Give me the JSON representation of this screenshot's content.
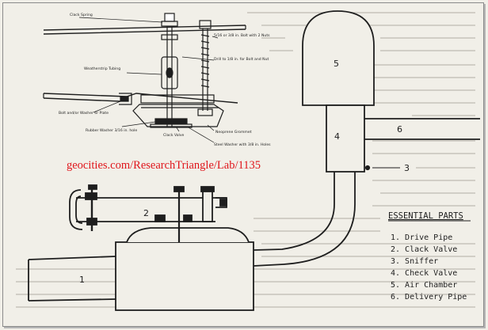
{
  "watermark": "geocities.com/ResearchTriangle/Lab/1135",
  "colors": {
    "paper": "#f1efe8",
    "ink": "#1e1e1e",
    "ghost": "#c7c4bb",
    "watermark": "#e0151b"
  },
  "callouts": {
    "clack_spring": "Clack Spring",
    "bolt_top": "5/16 or 3/8 in. Bolt with 2 Nuts",
    "drill_hole": "Drill to 1/8 in. for Bolt and Nut",
    "weatherstrip": "Weatherstrip Tubing",
    "bolt_low": "Bolt and/or Washer or Plate",
    "rubber_washer": "Rubber Washer 3/16 in. hole",
    "clack_valve": "Clack Valve",
    "neoprene": "Neoprene Grommet",
    "steel_washer": "Steel Washer with 3/8 in. Holes"
  },
  "part_numbers": [
    "1",
    "2",
    "3",
    "4",
    "5",
    "6"
  ],
  "legend": {
    "title": "ESSENTIAL PARTS",
    "items": [
      "1. Drive Pipe",
      "2. Clack Valve",
      "3. Sniffer",
      "4. Check Valve",
      "5. Air Chamber",
      "6. Delivery Pipe"
    ]
  }
}
